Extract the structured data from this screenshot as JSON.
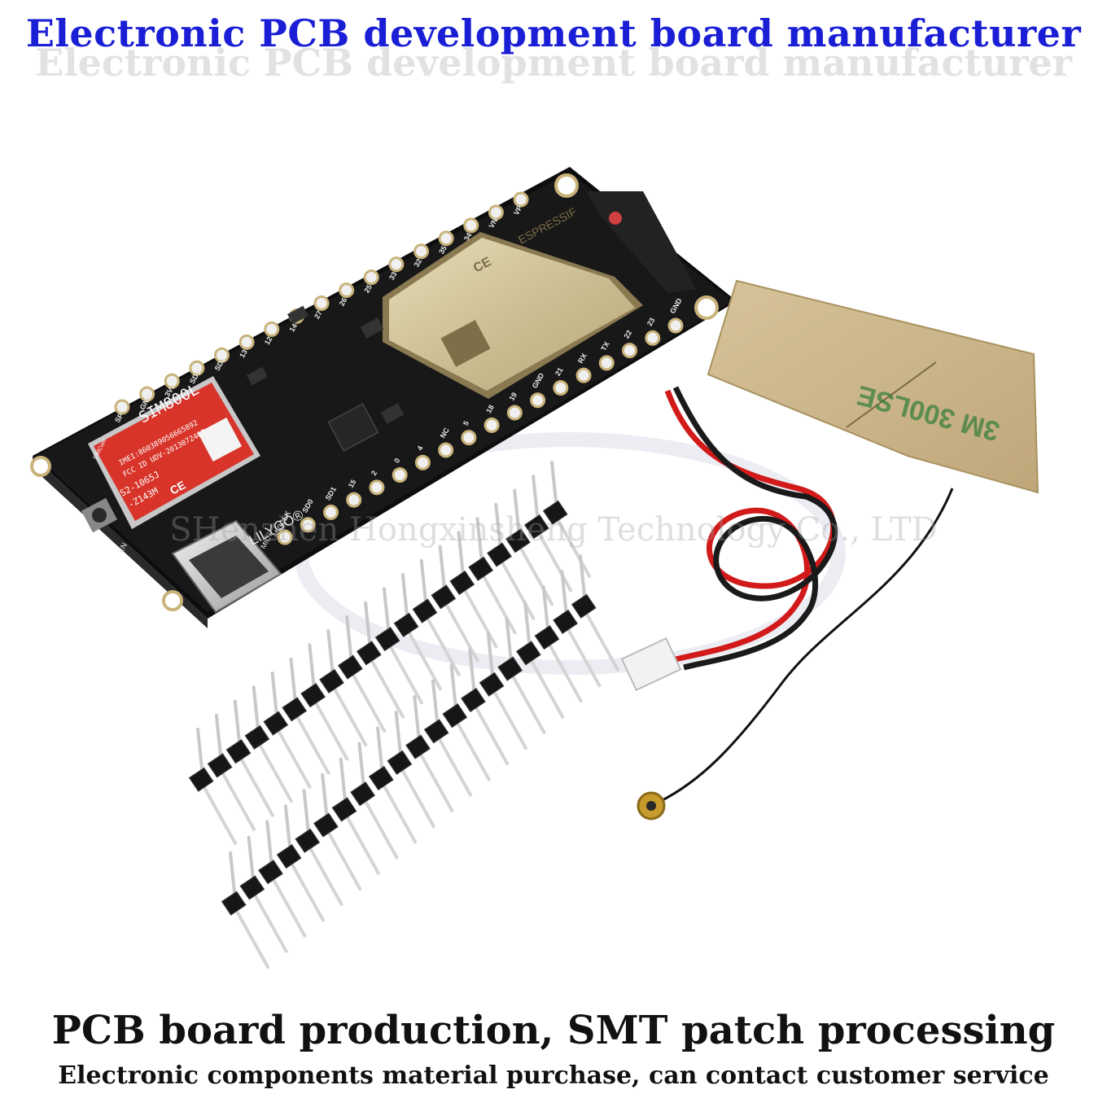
{
  "header": {
    "title": "Electronic PCB development board manufacturer"
  },
  "footer": {
    "tagline": "PCB board production, SMT patch processing",
    "subtagline": "Electronic components material purchase, can contact customer service"
  },
  "watermark": {
    "text": "SHenzhen Hongxinsheng Technology Co., LTD"
  },
  "board": {
    "brand": "LILYGO®",
    "gsm_module": {
      "vendor": "SIMCom",
      "model": "SIM800L",
      "imei": "IMEI:860389056665892",
      "fcc": "FCC ID UDV-201307240Z",
      "code1": "S2-1065J",
      "code2": "-Z143M",
      "mark": "CE"
    },
    "wifi_module": {
      "vendor": "ESPRESSIF",
      "mark": "CE"
    },
    "pin_labels_top": [
      "SP",
      "GND",
      "3V3",
      "SD3",
      "SD2",
      "13",
      "12",
      "14",
      "27",
      "26",
      "25",
      "33",
      "32",
      "35",
      "34",
      "VN",
      "VP"
    ],
    "pin_labels_bottom": [
      "CLK",
      "SD0",
      "SD1",
      "15",
      "2",
      "0",
      "4",
      "NC",
      "5",
      "18",
      "19",
      "GND",
      "21",
      "RX",
      "TX",
      "22",
      "23",
      "GND"
    ],
    "small_labels": [
      "MIC-",
      "MIC+",
      "EN"
    ]
  },
  "tape": {
    "text": "3M 300LSE"
  },
  "colors": {
    "title_blue": "#1a1fd6",
    "pcb_black": "#141414",
    "module_red": "#d8342a",
    "metal": "#d6c9a0",
    "wire_red": "#d21a1a",
    "tape_tan": "#c9b48a"
  }
}
